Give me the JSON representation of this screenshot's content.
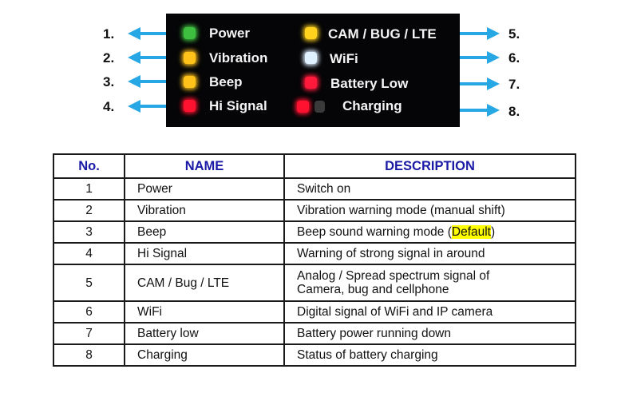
{
  "callouts": [
    {
      "label": "1."
    },
    {
      "label": "2."
    },
    {
      "label": "3."
    },
    {
      "label": "4."
    },
    {
      "label": "5."
    },
    {
      "label": "6."
    },
    {
      "label": "7."
    },
    {
      "label": "8."
    }
  ],
  "indicators": [
    {
      "label": "Power",
      "color": "#3fbf3f"
    },
    {
      "label": "Vibration",
      "color": "#ffc21a"
    },
    {
      "label": "Beep",
      "color": "#ffc21a"
    },
    {
      "label": "Hi Signal",
      "color": "#ff1230"
    },
    {
      "label": "CAM / BUG / LTE",
      "color": "#ffd21e"
    },
    {
      "label": "WiFi",
      "color": "#dff0ff"
    },
    {
      "label": "Battery Low",
      "color": "#ff1a3c"
    },
    {
      "label": "Charging",
      "color": "#ff1230",
      "secondary_color": "#3a3a3a"
    }
  ],
  "arrow_color": "#27a7e3",
  "table": {
    "headers": {
      "no": "No.",
      "name": "NAME",
      "description": "DESCRIPTION"
    },
    "header_color": "#1a1aa6",
    "rows": [
      {
        "no": "1",
        "name": "Power",
        "description": "Switch on"
      },
      {
        "no": "2",
        "name": "Vibration",
        "description": "Vibration warning mode (manual shift)"
      },
      {
        "no": "3",
        "name": "Beep",
        "description_before": "Beep sound warning mode (",
        "description_highlight": "Default",
        "description_after": ")"
      },
      {
        "no": "4",
        "name": "Hi Signal",
        "description": "Warning of strong signal in around"
      },
      {
        "no": "5",
        "name": "CAM / Bug / LTE",
        "description_line1": "Analog / Spread spectrum signal of",
        "description_line2": "Camera, bug and cellphone"
      },
      {
        "no": "6",
        "name": "WiFi",
        "description": "Digital signal of WiFi and IP camera"
      },
      {
        "no": "7",
        "name": "Battery low",
        "description": "Battery power running down"
      },
      {
        "no": "8",
        "name": "Charging",
        "description": "Status of battery charging"
      }
    ]
  }
}
